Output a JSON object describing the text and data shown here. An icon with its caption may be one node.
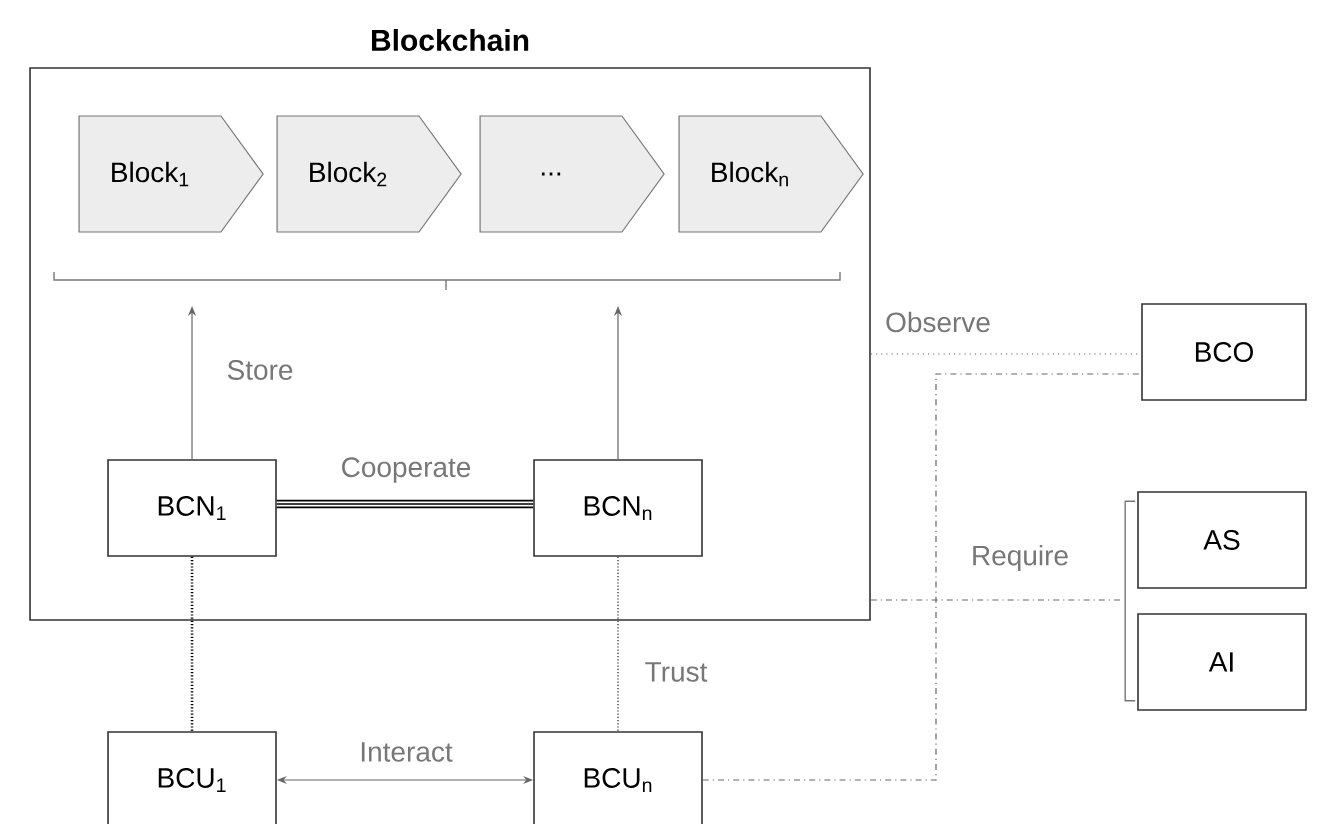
{
  "diagram": {
    "nodes": [
      {
        "text": [
          "Blockchain"
        ]
      },
      {
        "text": [
          "Block$_{1}$"
        ],
        "in": 0
      },
      {
        "text": [
          "Block$_{2}$"
        ],
        "in": 0
      },
      {
        "text": [
          "..."
        ],
        "in": 0
      },
      {
        "text": [
          "Block$_{n}$"
        ],
        "in": 0
      },
      {
        "text": [
          "BCN$_{1}$"
        ],
        "in": 0
      },
      {
        "text": [
          "BCN$_{n}$"
        ],
        "in": 0
      },
      {
        "text": [
          "BCU$_{1}$"
        ]
      },
      {
        "text": [
          "BCU$_{n}$"
        ]
      },
      {
        "text": [
          "BCO"
        ]
      },
      {
        "text": [
          "AS"
        ]
      },
      {
        "text": [
          "AI"
        ]
      }
    ],
    "edges": [
      {
        "from": 5,
        "to": null,
        "arrow": "to",
        "label": "Store"
      },
      {
        "from": 6,
        "to": null,
        "arrow": "to"
      },
      {
        "from": 5,
        "to": 6,
        "arrow": "none",
        "label": "Cooperate",
        "style": "thick",
        "color": "#000000"
      },
      {
        "from": 5,
        "to": 7,
        "arrow": "none",
        "style": "dashed",
        "color": "#000000"
      },
      {
        "from": 6,
        "to": 8,
        "arrow": "none",
        "style": "dashed",
        "label": "Trust"
      },
      {
        "from": 7,
        "to": 8,
        "arrow": "both",
        "label": "Interact"
      },
      {
        "from": 0,
        "to": 9,
        "arrow": "none",
        "style": "dashed",
        "label": "Observe"
      },
      {
        "from": 8,
        "to": 9,
        "arrow": "none",
        "style": "dashed"
      },
      {
        "from": 0,
        "to": 10,
        "arrow": "none",
        "style": "dashed",
        "label": "Require"
      },
      {
        "from": 0,
        "to": 11,
        "arrow": "none",
        "style": "dashed"
      }
    ]
  }
}
